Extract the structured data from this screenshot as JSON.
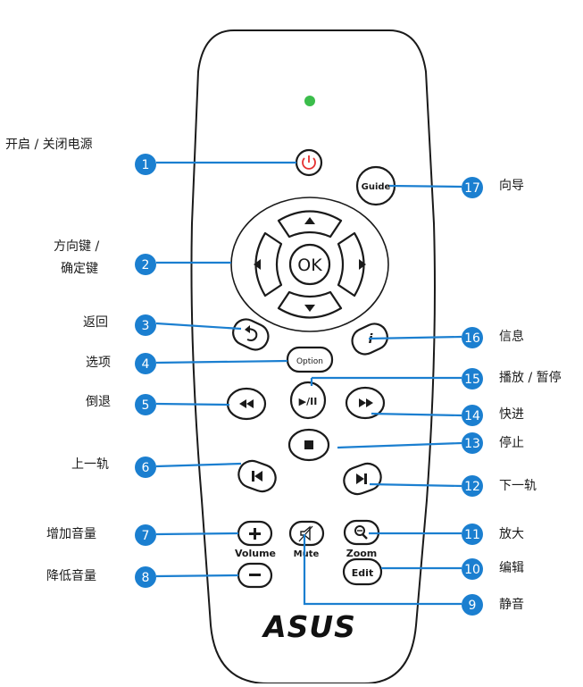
{
  "accent_color": "#1b7fd0",
  "led_color": "#3bbd4b",
  "remote": {
    "logo": "ASUS",
    "buttons": {
      "ok": "OK",
      "guide": "Guide",
      "option": "Option",
      "volume": "Volume",
      "mute": "Mute",
      "zoom": "Zoom",
      "edit": "Edit"
    }
  },
  "callouts": [
    {
      "number": "1",
      "label": "开启 / 关闭电源"
    },
    {
      "number": "2",
      "label": "方向键 /",
      "label2": "确定键"
    },
    {
      "number": "3",
      "label": "返回"
    },
    {
      "number": "4",
      "label": "选项"
    },
    {
      "number": "5",
      "label": "倒退"
    },
    {
      "number": "6",
      "label": "上一轨"
    },
    {
      "number": "7",
      "label": "增加音量"
    },
    {
      "number": "8",
      "label": "降低音量"
    },
    {
      "number": "9",
      "label": "静音"
    },
    {
      "number": "10",
      "label": "编辑"
    },
    {
      "number": "11",
      "label": "放大"
    },
    {
      "number": "12",
      "label": "下一轨"
    },
    {
      "number": "13",
      "label": "停止"
    },
    {
      "number": "14",
      "label": "快进"
    },
    {
      "number": "15",
      "label": "播放 / 暂停"
    },
    {
      "number": "16",
      "label": "信息"
    },
    {
      "number": "17",
      "label": "向导"
    }
  ]
}
